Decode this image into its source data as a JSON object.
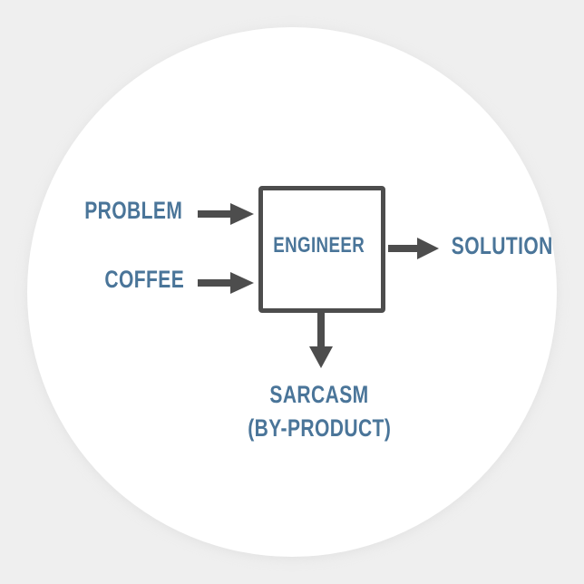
{
  "sticker": {
    "shape": "circle",
    "background_color": "#ffffff",
    "page_background_color": "#efefef"
  },
  "diagram": {
    "type": "flowchart",
    "accent_color": "#4a7599",
    "line_color": "#4d4d4d",
    "inputs": [
      {
        "label": "PROBLEM",
        "arrow": "arrow-right-icon"
      },
      {
        "label": "COFFEE",
        "arrow": "arrow-right-icon"
      }
    ],
    "process": {
      "label": "ENGINEER",
      "border_color": "#4d4d4d"
    },
    "outputs": [
      {
        "label": "SOLUTION",
        "arrow": "arrow-right-icon"
      }
    ],
    "byproducts": [
      {
        "label": "SARCASM",
        "sublabel": "(BY-PRODUCT)",
        "arrow": "arrow-down-icon"
      }
    ]
  }
}
